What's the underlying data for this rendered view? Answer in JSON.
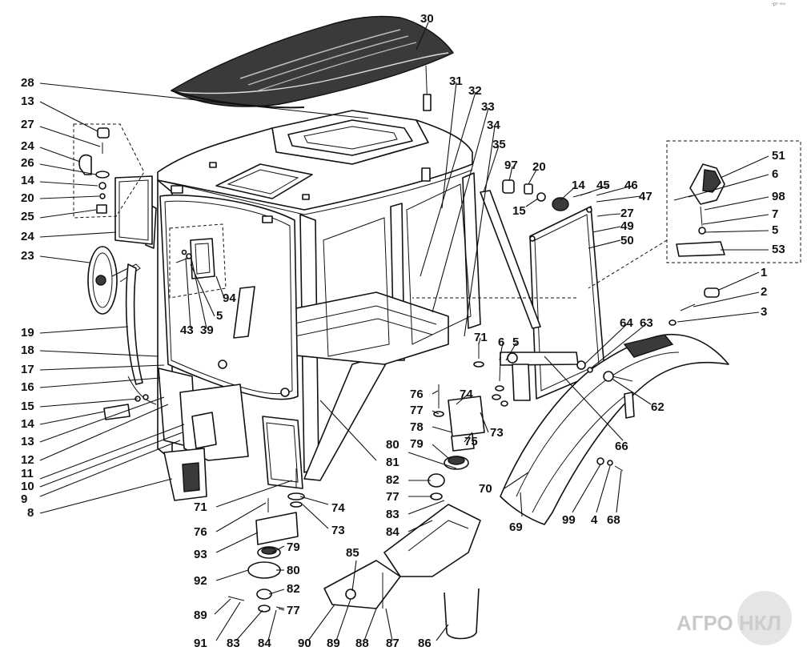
{
  "corner_mark": "“P” ⁰⁰⁰",
  "watermark": {
    "text": "АГРО НКЛ"
  },
  "callouts": [
    "30",
    "28",
    "13",
    "27",
    "24",
    "26",
    "14",
    "20",
    "25",
    "24",
    "23",
    "31",
    "32",
    "33",
    "34",
    "35",
    "97",
    "20",
    "14",
    "45",
    "46",
    "47",
    "15",
    "27",
    "49",
    "50",
    "51",
    "6",
    "98",
    "7",
    "5",
    "53",
    "1",
    "2",
    "3",
    "94",
    "5",
    "43",
    "39",
    "19",
    "18",
    "17",
    "16",
    "15",
    "14",
    "13",
    "12",
    "11",
    "10",
    "9",
    "8",
    "71",
    "6",
    "5",
    "64",
    "63",
    "62",
    "76",
    "74",
    "77",
    "73",
    "78",
    "75",
    "79",
    "66",
    "80",
    "81",
    "82",
    "77",
    "83",
    "84",
    "70",
    "69",
    "99",
    "4",
    "68",
    "71",
    "74",
    "76",
    "73",
    "93",
    "79",
    "92",
    "80",
    "82",
    "89",
    "77",
    "85",
    "91",
    "83",
    "84",
    "90",
    "89",
    "88",
    "87",
    "86"
  ]
}
